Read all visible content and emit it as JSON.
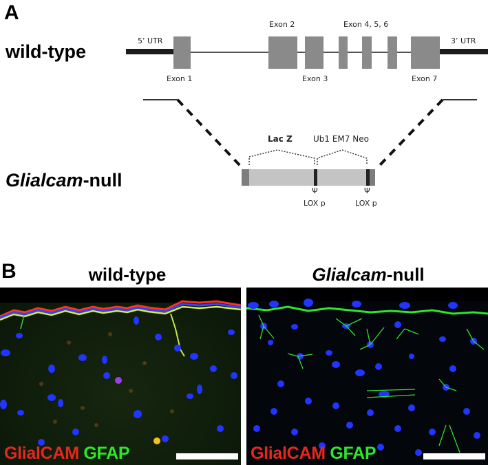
{
  "panel_a": {
    "letter": "A",
    "wild_type": {
      "label": "wild-type",
      "utr5_label": "5’ UTR",
      "utr3_label": "3’ UTR",
      "exons": [
        {
          "name": "Exon 1",
          "label": "Exon 1",
          "label_pos": "below"
        },
        {
          "name": "Exon 2",
          "label": "Exon 2",
          "label_pos": "above"
        },
        {
          "name": "Exon 3",
          "label": "Exon 3",
          "label_pos": "below"
        },
        {
          "name": "Exon 4",
          "label": "",
          "label_pos": "above"
        },
        {
          "name": "Exon 5",
          "label": "",
          "label_pos": "above"
        },
        {
          "name": "Exon 6",
          "label": "",
          "label_pos": "above"
        },
        {
          "name": "Exon 7",
          "label": "Exon 7",
          "label_pos": "below"
        }
      ],
      "exon456_label": "Exon 4, 5, 6"
    },
    "null_allele": {
      "label_italic": "Glialcam",
      "label_rest": "-null",
      "lacz_label": "Lac Z",
      "neo_label": "Ub1 EM7 Neo",
      "loxp_labels": [
        "LOX p",
        "LOX p"
      ]
    },
    "colors": {
      "exon": "#8a8a8a",
      "utr": "#1c1c1c",
      "cassette": "#c4c4c4",
      "cassette_end": "#7d7d7d",
      "loxp": "#222222"
    }
  },
  "panel_b": {
    "letter": "B",
    "columns": [
      {
        "title_italic": "",
        "title_rest": "wild-type",
        "stain_red": "GlialCAM",
        "stain_green": "GFAP"
      },
      {
        "title_italic": "Glialcam",
        "title_rest": "-null",
        "stain_red": "GlialCAM",
        "stain_green": "GFAP"
      }
    ],
    "colors": {
      "glialcam": "#e8261e",
      "gfap": "#2fe62a",
      "dapi": "#1d2cf0",
      "background": "#0a140a"
    }
  }
}
